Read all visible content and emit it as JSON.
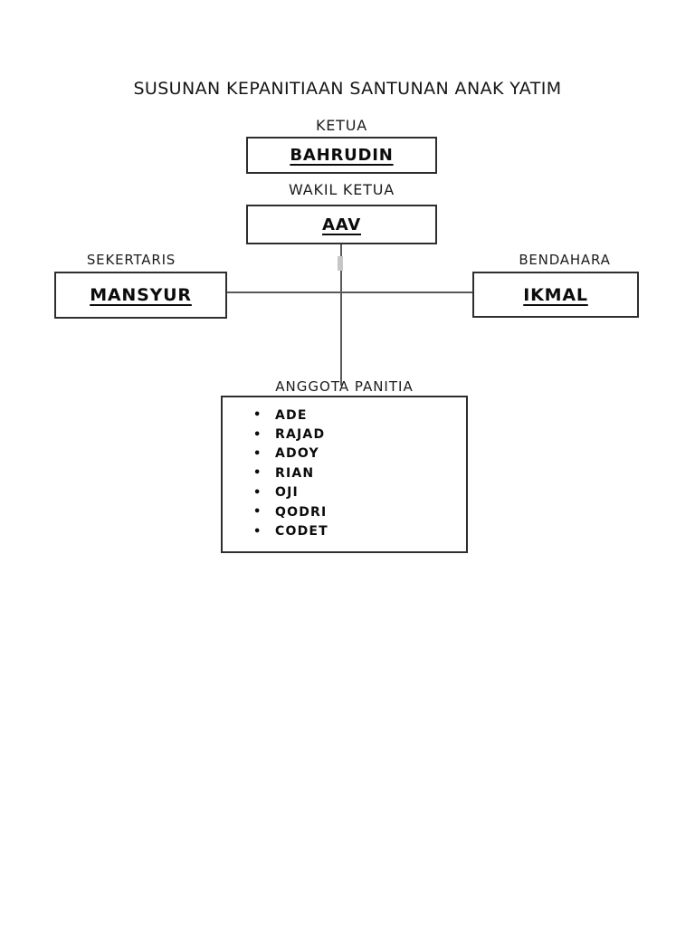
{
  "title": "SUSUNAN KEPANITIAAN SANTUNAN ANAK YATIM",
  "chart": {
    "ketua": {
      "role_label": "KETUA",
      "name": "BAHRUDIN"
    },
    "wakil_ketua": {
      "role_label": "WAKIL KETUA",
      "name": "AAV"
    },
    "sekertaris": {
      "role_label": "SEKERTARIS",
      "name": "MANSYUR"
    },
    "bendahara": {
      "role_label": "BENDAHARA",
      "name": "IKMAL"
    },
    "anggota": {
      "group_label": "ANGGOTA PANITIA",
      "bullet": "•",
      "members": [
        "ADE",
        "RAJAD",
        "ADOY",
        "RIAN",
        "OJI",
        "QODRI",
        "CODET"
      ]
    }
  },
  "colors": {
    "page_background": "#ffffff",
    "text": "#111111",
    "box_border": "#2e2e2e",
    "connector_line": "#595959"
  }
}
